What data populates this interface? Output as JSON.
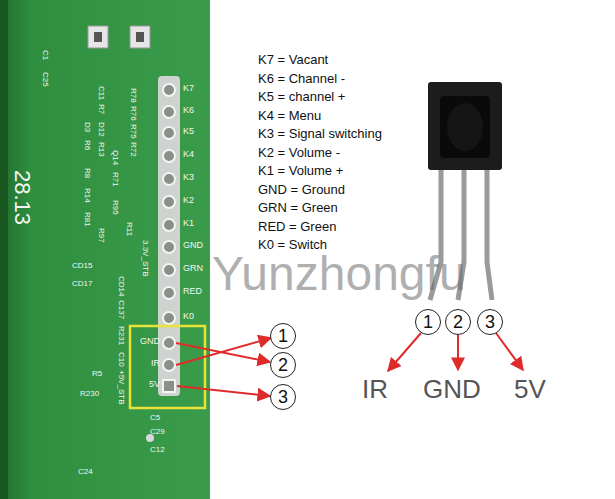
{
  "diagram": {
    "nodes": [
      {
        "text": [
          "1"
        ]
      },
      {
        "text": [
          "2"
        ]
      },
      {
        "text": [
          "3"
        ]
      },
      {
        "text": [
          "1"
        ]
      },
      {
        "text": [
          "2"
        ]
      },
      {
        "text": [
          "3"
        ]
      }
    ],
    "labels": [
      "K7 = Vacant",
      "K6 = Channel -",
      "K5 = channel +",
      "K4 = Menu",
      "K3 = Signal switching",
      "K2 = Volume -",
      "K1 = Volume +",
      "GND = Ground",
      "GRN = Green",
      "RED = Green",
      "K0 = Switch",
      "Yunzhongfu",
      "IR",
      "GND",
      "5V",
      "K7",
      "K6",
      "K5",
      "K4",
      "K3",
      "K2",
      "K1",
      "GND",
      "GRN",
      "RED",
      "K0",
      "GND",
      "IR",
      "5V",
      "C1",
      "C25",
      "R78",
      "R76",
      "R75",
      "R72",
      "C11",
      "R7",
      "Q14",
      "D3",
      "R6",
      "D12",
      "R13",
      "R71",
      "R8",
      "R14",
      "R81",
      "R95",
      "R97",
      "R11",
      "3.3V_STB",
      "CD15",
      "CD17",
      "CD14",
      "C137",
      "R231",
      "C10",
      "+5V_STB",
      "R5",
      "R230",
      "C5",
      "C29",
      "C12",
      "C24",
      "28.13"
    ]
  }
}
